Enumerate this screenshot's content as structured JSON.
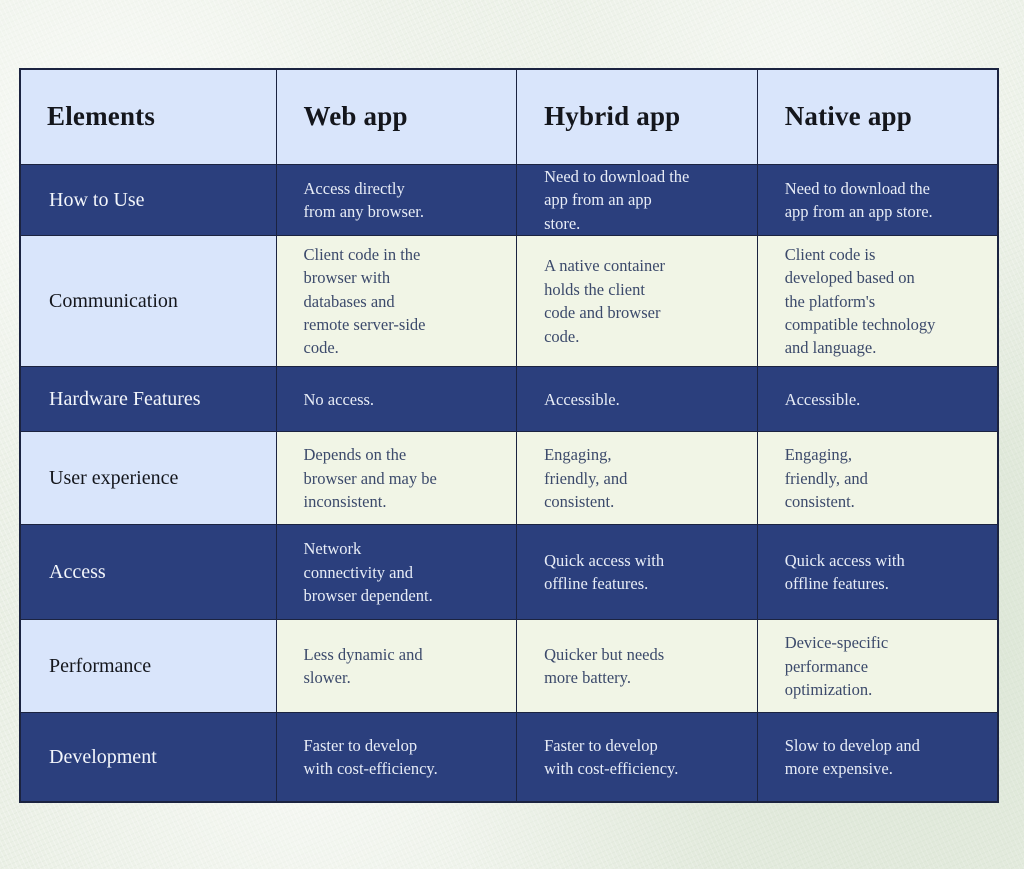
{
  "page": {
    "background_color": "#e7ede1",
    "accent_dark": "#2b3f7d",
    "accent_light": "#d9e5fb",
    "cell_cream": "#f1f5e6",
    "border_color": "#1b2340"
  },
  "table": {
    "headers": [
      "Elements",
      "Web app",
      "Hybrid app",
      "Native app"
    ],
    "rows": [
      {
        "label": "How to Use",
        "style": "dark",
        "cells": [
          "Access directly\nfrom any browser.",
          "Need to download the\napp from an app\nstore.",
          "Need to download the\napp from an app store."
        ]
      },
      {
        "label": "Communication",
        "style": "light",
        "cells": [
          "Client code in the\nbrowser with\ndatabases and\nremote server-side\ncode.",
          "A native container\nholds the client\ncode and browser\ncode.",
          "Client code is\ndeveloped based on\nthe platform's\ncompatible technology\nand language."
        ]
      },
      {
        "label": "Hardware Features",
        "style": "dark",
        "cells": [
          "No access.",
          "Accessible.",
          "Accessible."
        ]
      },
      {
        "label": "User experience",
        "style": "light",
        "cells": [
          "Depends on the\nbrowser and may be\ninconsistent.",
          "Engaging,\nfriendly, and\nconsistent.",
          "Engaging,\nfriendly, and\nconsistent."
        ]
      },
      {
        "label": "Access",
        "style": "dark",
        "cells": [
          "Network\nconnectivity and\nbrowser dependent.",
          "Quick access with\noffline features.",
          "Quick access with\noffline features."
        ]
      },
      {
        "label": "Performance",
        "style": "light",
        "cells": [
          "Less dynamic and\nslower.",
          "Quicker but needs\nmore battery.",
          "Device-specific\nperformance\noptimization."
        ]
      },
      {
        "label": "Development",
        "style": "dark",
        "cells": [
          "Faster to develop\nwith cost-efficiency.",
          "Faster to develop\nwith cost-efficiency.",
          "Slow to develop and\nmore expensive."
        ]
      }
    ]
  }
}
